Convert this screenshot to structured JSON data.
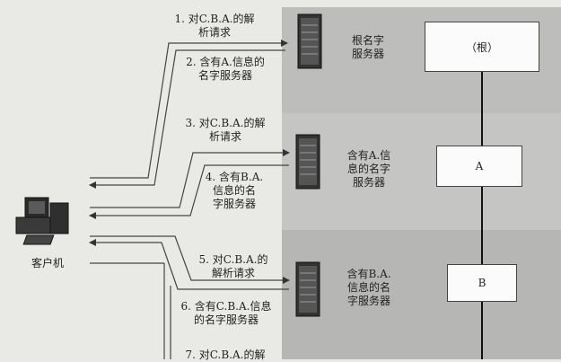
{
  "steps": [
    "1. 对C.B.A.的解\n析请求",
    "2. 含有A.信息的\n名字服务器",
    "3. 对C.B.A.的解\n析请求",
    "4. 含有B.A.\n信息的名\n字服务器",
    "5. 对C.B.A.的\n解析请求",
    "6. 含有C.B.A.信息\n的名字服务器",
    "7. 对C.B.A.的解"
  ],
  "servers": [
    {
      "label": "根名字\n服务器"
    },
    {
      "label": "含有A.信\n息的名字\n服务器"
    },
    {
      "label": "含有B.A.\n信息的名\n字服务器"
    }
  ],
  "tree_nodes": [
    "（根）",
    "A",
    "B"
  ],
  "client_label": "客户机"
}
